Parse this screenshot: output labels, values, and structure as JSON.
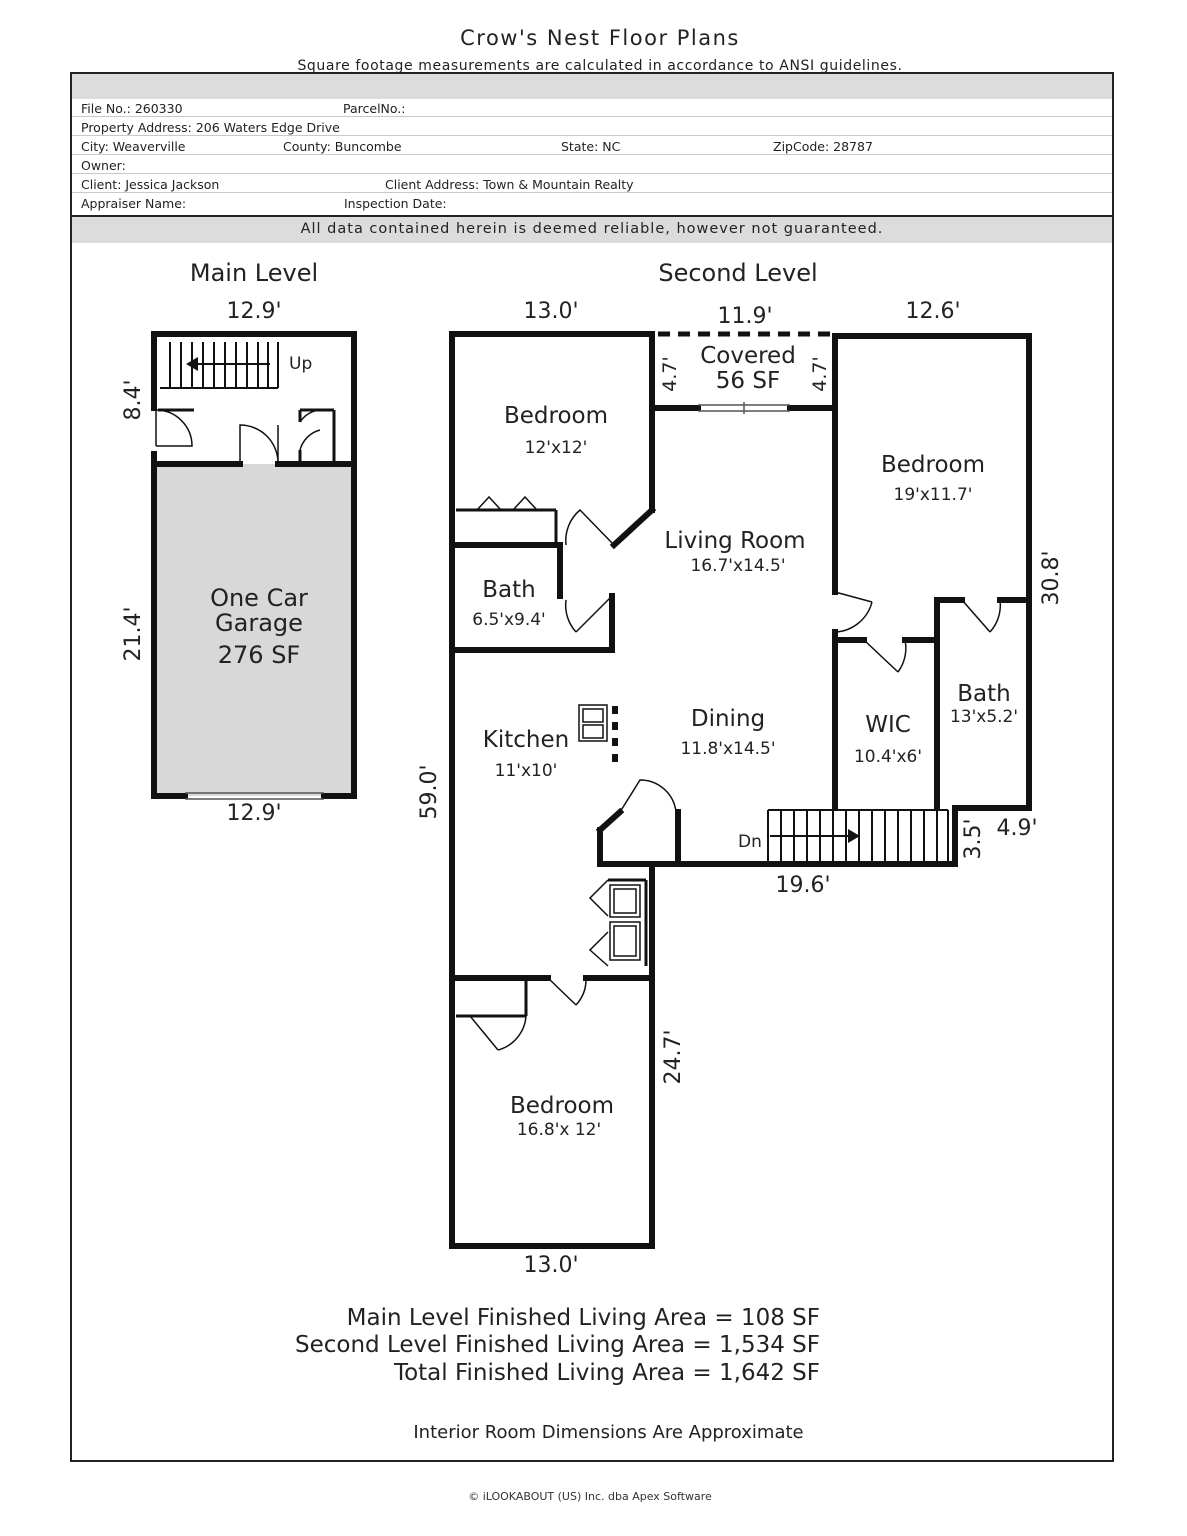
{
  "header": {
    "title": "Crow's Nest Floor Plans",
    "subtitle": "Square footage measurements are calculated in accordance to ANSI guidelines."
  },
  "info": {
    "file_no": "File No.: 260330",
    "parcel_no": "ParcelNo.:",
    "property_address": "Property Address: 206 Waters Edge Drive",
    "city": "City: Weaverville",
    "county": "County: Buncombe",
    "state": "State: NC",
    "zipcode": "ZipCode: 28787",
    "owner": "Owner:",
    "client": "Client: Jessica Jackson",
    "client_address": "Client Address: Town & Mountain Realty",
    "appraiser": "Appraiser Name:",
    "inspection_date": "Inspection Date:"
  },
  "disclaimer": "All data contained herein is deemed reliable, however not guaranteed.",
  "main_level": {
    "title": "Main Level",
    "dim_top": "12.9'",
    "dim_bottom": "12.9'",
    "dim_left_upper": "8.4'",
    "dim_left_lower": "21.4'",
    "stairs_label": "Up",
    "garage": {
      "line1": "One Car",
      "line2": "Garage",
      "area": "276 SF"
    }
  },
  "second_level": {
    "title": "Second Level",
    "dim_top_left": "13.0'",
    "dim_top_mid": "11.9'",
    "dim_top_right": "12.6'",
    "dim_covered_left": "4.7'",
    "dim_covered_right": "4.7'",
    "dim_right": "30.8'",
    "dim_left": "59.0'",
    "dim_stair_step": "3.5'",
    "dim_step_width": "4.9'",
    "dim_bottom_mid": "19.6'",
    "dim_wing_right": "24.7'",
    "dim_bottom": "13.0'",
    "stairs_label": "Dn",
    "rooms": {
      "covered": {
        "name": "Covered",
        "size": "56 SF"
      },
      "bedroom_nw": {
        "name": "Bedroom",
        "size": "12'x12'"
      },
      "bedroom_e": {
        "name": "Bedroom",
        "size": "19'x11.7'"
      },
      "living": {
        "name": "Living Room",
        "size": "16.7'x14.5'"
      },
      "bath_w": {
        "name": "Bath",
        "size": "6.5'x9.4'"
      },
      "kitchen": {
        "name": "Kitchen",
        "size": "11'x10'"
      },
      "dining": {
        "name": "Dining",
        "size": "11.8'x14.5'"
      },
      "wic": {
        "name": "WIC",
        "size": "10.4'x6'"
      },
      "bath_e": {
        "name": "Bath",
        "size": "13'x5.2'"
      },
      "bedroom_s": {
        "name": "Bedroom",
        "size": "16.8'x 12'"
      }
    }
  },
  "summary": {
    "main": "Main Level Finished Living Area = 108 SF",
    "second": "Second Level Finished Living Area = 1,534 SF",
    "total": "Total Finished Living Area = 1,642 SF"
  },
  "note": "Interior Room Dimensions Are Approximate",
  "footer": "© iLOOKABOUT (US) Inc. dba Apex Software",
  "colors": {
    "wall": "#111111",
    "garage_fill": "#d8d8d8",
    "band": "#dcdcdc"
  }
}
